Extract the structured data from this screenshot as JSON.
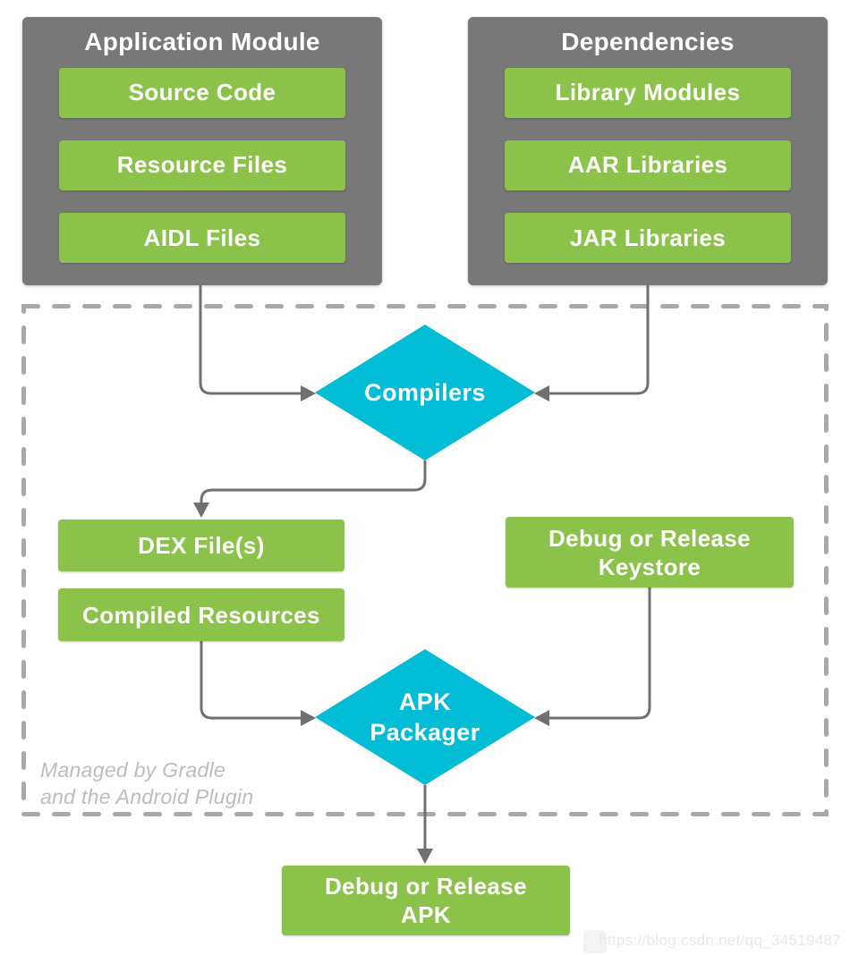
{
  "colors": {
    "container_gray": "#787878",
    "node_green": "#8BC34A",
    "diamond_cyan": "#00BCD4",
    "connector_gray": "#707070",
    "dashed_border_gray": "#A9A9A9",
    "note_gray": "#BDBDBD",
    "watermark_gray": "#E9E9E9",
    "label_white": "#FFFFFF"
  },
  "groups": {
    "application_module": {
      "title": "Application Module",
      "items": [
        "Source Code",
        "Resource Files",
        "AIDL Files"
      ]
    },
    "dependencies": {
      "title": "Dependencies",
      "items": [
        "Library Modules",
        "AAR Libraries",
        "JAR Libraries"
      ]
    }
  },
  "build_steps": {
    "compilers": "Compilers",
    "dex_files": "DEX File(s)",
    "compiled_resources": "Compiled Resources",
    "keystore": {
      "line1": "Debug or Release",
      "line2": "Keystore"
    },
    "apk_packager": {
      "line1": "APK",
      "line2": "Packager"
    },
    "output_apk": {
      "line1": "Debug or Release",
      "line2": "APK"
    }
  },
  "annotations": {
    "managed_note": {
      "line1": "Managed by Gradle",
      "line2": "and the Android Plugin"
    },
    "watermark": "https://blog.csdn.net/qq_34519487"
  }
}
